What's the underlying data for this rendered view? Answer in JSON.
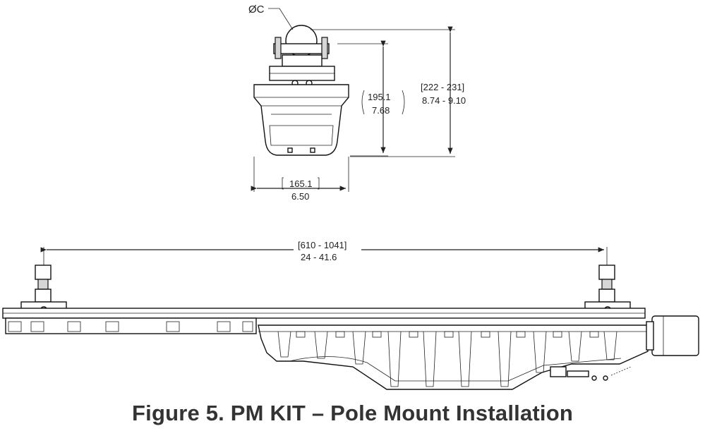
{
  "caption": "Figure 5. PM KIT – Pole Mount Installation",
  "top_view": {
    "diameter_label": "ØC",
    "height_mm": "195.1",
    "height_in": "7.68",
    "overall_height_mm": "[222  - 231]",
    "overall_height_in": "8.74 - 9.10",
    "width_mm": "165.1",
    "width_in": "6.50"
  },
  "side_view": {
    "span_mm": "[610 - 1041]",
    "span_in": "24 - 41.6"
  }
}
